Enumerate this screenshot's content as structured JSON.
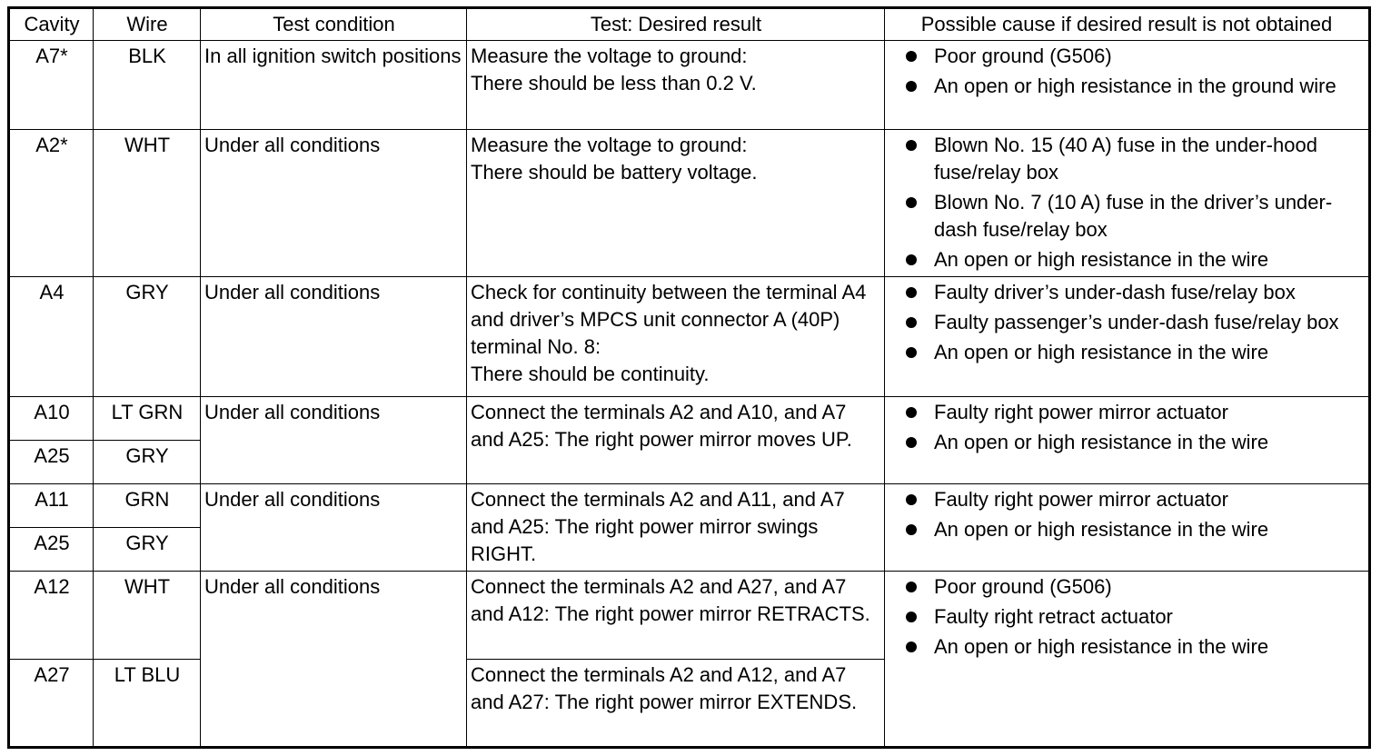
{
  "headers": {
    "cavity": "Cavity",
    "wire": "Wire",
    "test_condition": "Test condition",
    "desired_result": "Test: Desired result",
    "possible_cause": "Possible cause if desired result is not obtained"
  },
  "rows": {
    "r1": {
      "cavity": "A7*",
      "wire": "BLK",
      "condition": "In all ignition switch positions",
      "result_line1": "Measure the voltage to ground:",
      "result_line2": "There should be less than 0.2 V.",
      "causes": [
        "Poor ground (G506)",
        "An open or high resistance in the ground wire"
      ]
    },
    "r2": {
      "cavity": "A2*",
      "wire": "WHT",
      "condition": "Under all conditions",
      "result_line1": "Measure the voltage to ground:",
      "result_line2": "There should be battery voltage.",
      "causes": [
        "Blown No. 15 (40 A) fuse in the under-hood fuse/relay box",
        "Blown No. 7 (10 A) fuse in the driver’s under-dash fuse/relay box",
        "An open or high resistance in the wire"
      ]
    },
    "r3": {
      "cavity": "A4",
      "wire": "GRY",
      "condition": "Under all conditions",
      "result_line1": "Check for continuity between the terminal A4 and driver’s MPCS unit connector A (40P) terminal No. 8:",
      "result_line2": "There should be continuity.",
      "causes": [
        "Faulty driver’s under-dash fuse/relay box",
        "Faulty passenger’s under-dash fuse/relay box",
        "An open or high resistance in the wire"
      ]
    },
    "r4": {
      "cavity_a": "A10",
      "wire_a": "LT GRN",
      "cavity_b": "A25",
      "wire_b": "GRY",
      "condition": "Under all conditions",
      "result": "Connect the terminals A2 and A10, and A7 and A25: The right power mirror moves UP.",
      "causes": [
        "Faulty right power mirror actuator",
        "An open or high resistance in the wire"
      ]
    },
    "r5": {
      "cavity_a": "A11",
      "wire_a": "GRN",
      "cavity_b": "A25",
      "wire_b": "GRY",
      "condition": "Under all conditions",
      "result": "Connect the terminals A2 and A11, and A7 and A25: The right power mirror swings RIGHT.",
      "causes": [
        "Faulty right power mirror actuator",
        "An open or high resistance in the wire"
      ]
    },
    "r6": {
      "cavity_a": "A12",
      "wire_a": "WHT",
      "cavity_b": "A27",
      "wire_b": "LT BLU",
      "condition": "Under all conditions",
      "result_a": "Connect the terminals A2 and A27, and A7 and A12: The right power mirror RETRACTS.",
      "result_b": "Connect the terminals A2 and A12, and A7 and A27: The right power mirror EXTENDS.",
      "causes": [
        "Poor ground (G506)",
        "Faulty right retract actuator",
        "An open or high resistance in the wire"
      ]
    }
  }
}
